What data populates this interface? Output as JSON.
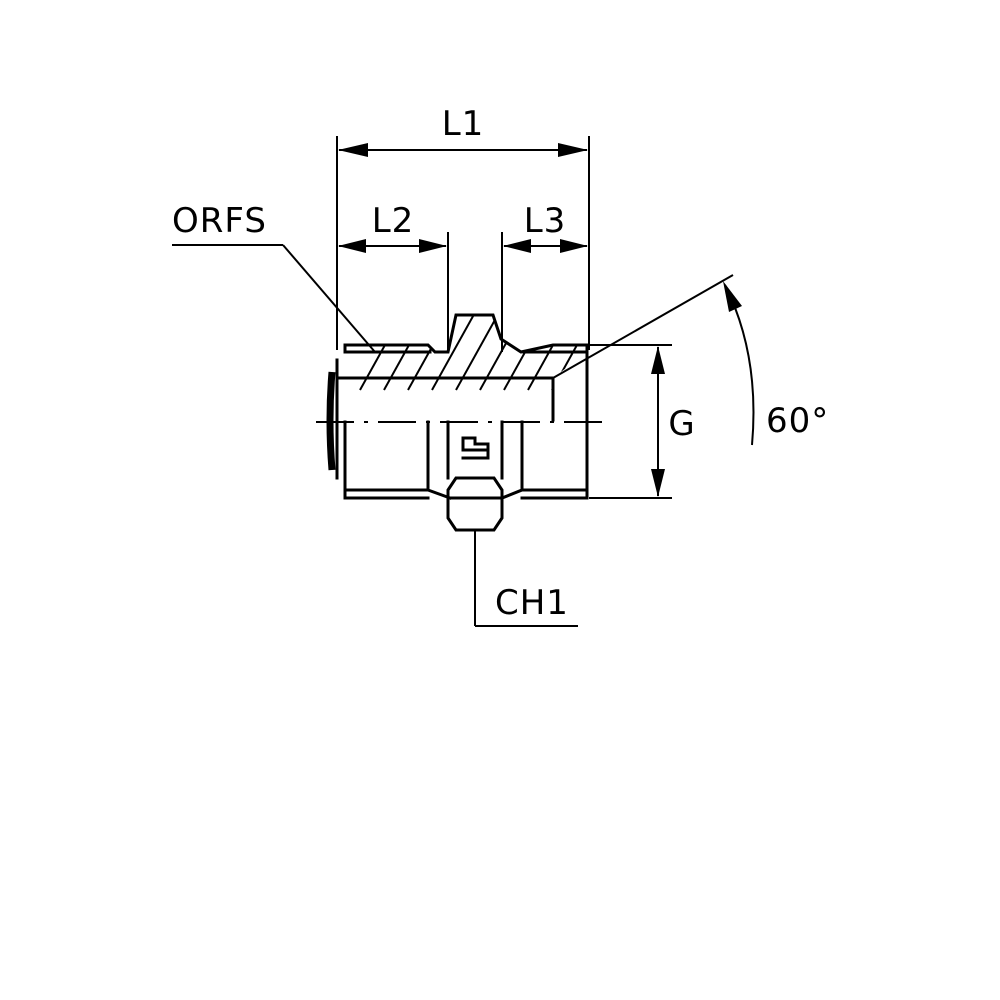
{
  "drawing": {
    "labels": {
      "l1": "L1",
      "l2": "L2",
      "l3": "L3",
      "orfs": "ORFS",
      "g": "G",
      "angle": "60°",
      "ch1": "CH1"
    },
    "line_color": "#000000",
    "background": "#ffffff"
  }
}
